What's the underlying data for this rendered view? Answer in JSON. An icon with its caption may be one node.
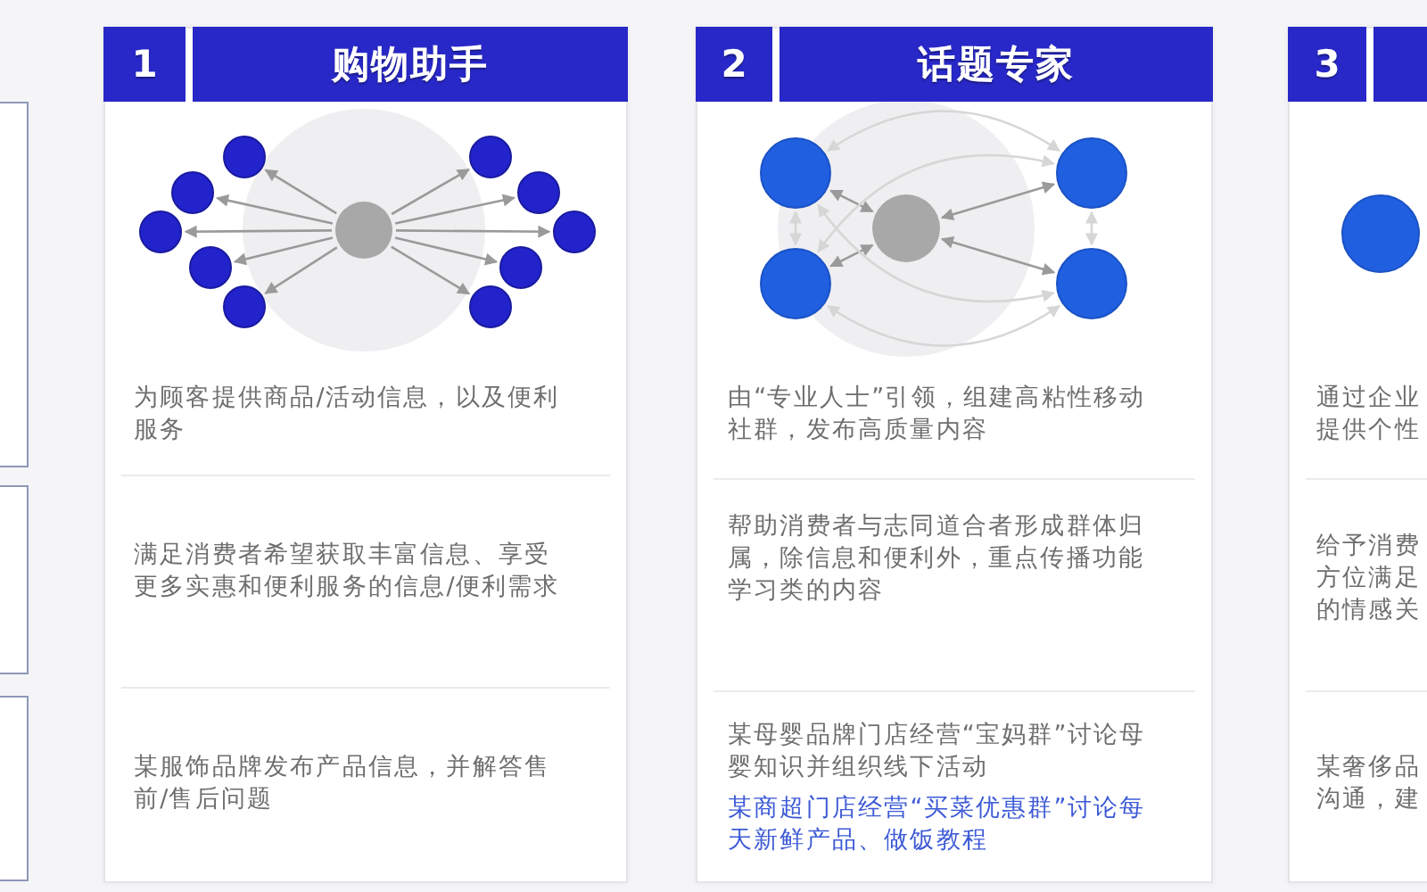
{
  "diagram": {
    "nodes": [
      {
        "text": [],
        "shape": "box"
      },
      {
        "text": [],
        "shape": "box"
      },
      {
        "text": [],
        "shape": "box"
      },
      {
        "text": [
          "为顾客提供商品/活动信息，以及便利服务",
          "满足消费者希望获取丰富信息、享受更多实惠和便利服务的信息/便利需求",
          "某服饰品牌发布产品信息，并解答售前/售后问题"
        ]
      },
      {
        "text": [
          "1"
        ],
        "in": 3
      },
      {
        "text": [
          "购物助手"
        ],
        "in": 3
      },
      {
        "text": [],
        "shape": "circle",
        "in": 3
      },
      {
        "text": [],
        "shape": "circle",
        "in": 3
      },
      {
        "text": [],
        "shape": "circle",
        "in": 3
      },
      {
        "text": [],
        "shape": "circle",
        "in": 3
      },
      {
        "text": [],
        "shape": "circle",
        "in": 3
      },
      {
        "text": [],
        "shape": "circle",
        "in": 3
      },
      {
        "text": [],
        "shape": "circle",
        "in": 3
      },
      {
        "text": [],
        "shape": "circle",
        "in": 3
      },
      {
        "text": [],
        "shape": "circle",
        "in": 3
      },
      {
        "text": [],
        "shape": "circle",
        "in": 3
      },
      {
        "text": [],
        "shape": "circle",
        "in": 3
      },
      {
        "text": [
          "由“专业人士”引领，组建高粘性移动社群，发布高质量内容",
          "帮助消费者与志同道合者形成群体归属，除信息和便利外，重点传播功能学习类的内容",
          "某母婴品牌门店经营“宝妈群”讨论母婴知识并组织线下活动",
          "某商超门店经营“买菜优惠群”讨论每天新鲜产品、做饭教程"
        ]
      },
      {
        "text": [
          "2"
        ],
        "in": 17
      },
      {
        "text": [
          "话题专家"
        ],
        "in": 17
      },
      {
        "text": [],
        "shape": "circle",
        "in": 17
      },
      {
        "text": [],
        "shape": "circle",
        "in": 17
      },
      {
        "text": [],
        "shape": "circle",
        "in": 17
      },
      {
        "text": [],
        "shape": "circle",
        "in": 17
      },
      {
        "text": [],
        "shape": "circle",
        "in": 17
      },
      {
        "text": [
          "通过企业提供个性",
          "给予消费方位满足的情感关",
          "某奢侈品沟通，建"
        ]
      },
      {
        "text": [
          "3"
        ],
        "in": 25
      },
      {
        "text": [],
        "shape": "box",
        "in": 25
      },
      {
        "text": [],
        "shape": "circle",
        "in": 25
      }
    ],
    "edges": [
      {
        "from": 6,
        "to": 7,
        "arrow": "to"
      },
      {
        "from": 6,
        "to": 8,
        "arrow": "to"
      },
      {
        "from": 6,
        "to": 9,
        "arrow": "to"
      },
      {
        "from": 6,
        "to": 10,
        "arrow": "to"
      },
      {
        "from": 6,
        "to": 11,
        "arrow": "to"
      },
      {
        "from": 6,
        "to": 12,
        "arrow": "to"
      },
      {
        "from": 6,
        "to": 13,
        "arrow": "to"
      },
      {
        "from": 6,
        "to": 14,
        "arrow": "to"
      },
      {
        "from": 6,
        "to": 15,
        "arrow": "to"
      },
      {
        "from": 6,
        "to": 16,
        "arrow": "to"
      },
      {
        "from": 20,
        "to": 21,
        "arrow": "both"
      },
      {
        "from": 20,
        "to": 22,
        "arrow": "both"
      },
      {
        "from": 20,
        "to": 23,
        "arrow": "both"
      },
      {
        "from": 20,
        "to": 24,
        "arrow": "both"
      },
      {
        "from": 21,
        "to": 22,
        "arrow": "both",
        "color": "#d6d6d6"
      },
      {
        "from": 23,
        "to": 24,
        "arrow": "both",
        "color": "#d6d6d6"
      },
      {
        "from": 21,
        "to": 23,
        "arrow": "both",
        "color": "#d6d6d6"
      },
      {
        "from": 22,
        "to": 24,
        "arrow": "both",
        "color": "#d6d6d6"
      },
      {
        "from": 21,
        "to": 24,
        "arrow": "both",
        "color": "#d6d6d6"
      },
      {
        "from": 23,
        "to": 22,
        "arrow": "both",
        "color": "#d6d6d6"
      }
    ]
  }
}
